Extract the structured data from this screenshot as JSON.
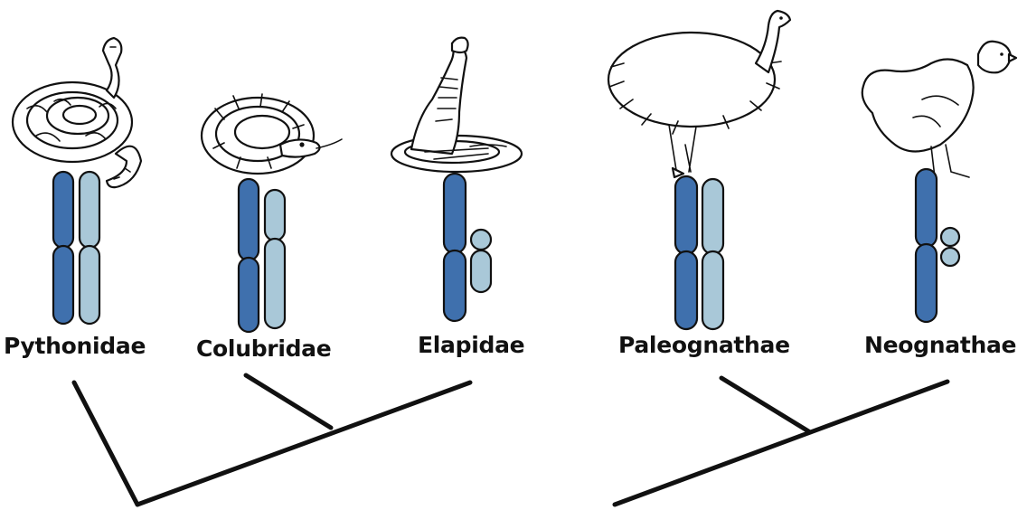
{
  "taxa": [
    {
      "name": "Pythonidae",
      "animal": "python-icon",
      "karyotype": "homomorphic"
    },
    {
      "name": "Colubridae",
      "animal": "colubrid-snake-icon",
      "karyotype": "ZW-heteromorphic"
    },
    {
      "name": "Elapidae",
      "animal": "cobra-icon",
      "karyotype": "ZW-highly-differentiated"
    },
    {
      "name": "Paleognathae",
      "animal": "emu-icon",
      "karyotype": "homomorphic"
    },
    {
      "name": "Neognathae",
      "animal": "chicken-icon",
      "karyotype": "ZW-highly-differentiated"
    }
  ],
  "trees": [
    {
      "group": "snakes",
      "topology": "((Colubridae,Elapidae),Pythonidae)"
    },
    {
      "group": "birds",
      "topology": "(Paleognathae,Neognathae)"
    }
  ],
  "colors": {
    "z_chromosome": "#3f70ad",
    "w_chromosome": "#a9c8d8",
    "outline": "#111111",
    "tree": "#111111",
    "label": "#111111"
  }
}
